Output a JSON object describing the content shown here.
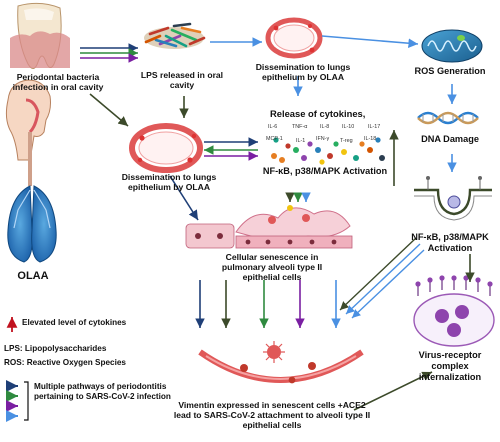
{
  "labels": {
    "periodontal": "Periodontal bacteria infection in oral cavity",
    "lps_released": "LPS released in oral cavity",
    "dissem_top": "Dissemination to lungs epithelium by OLAA",
    "ros_generation": "ROS Generation",
    "dna_damage": "DNA Damage",
    "nfkb_right": "NF-κB, p38/MAPK Activation",
    "dissem_left": "Dissemination to lungs epithelium by OLAA",
    "release_cytokines": "Release of cytokines,",
    "nfkb_center": "NF-κB, p38/MAPK Activation",
    "olaa": "OLAA",
    "cellular_senescence": "Cellular senescence in pulmonary alveoli type II epithelial cells",
    "virus_receptor": "Virus-receptor complex internalization",
    "vimentin": "Vimentin expressed in senescent cells +ACE2 lead to SARS-CoV-2 attachment to alveoli type II epithelial cells"
  },
  "cytokines": [
    "IL-6",
    "TNF-α",
    "IL-8",
    "IL-10",
    "IL-17",
    "MCP-1",
    "IL-1",
    "IFN-γ",
    "T-reg",
    "IL-18"
  ],
  "legend": {
    "elevated": "Elevated level of cytokines",
    "lps_def": "LPS: Lipopolysaccharides",
    "ros_def": "ROS: Reactive Oxygen Species",
    "pathways": "Multiple pathways of periodontitis pertaining to SARS-CoV-2 infection"
  },
  "colors": {
    "navy": "#1f3f77",
    "blue": "#4a90e2",
    "green": "#2f8a3f",
    "purple": "#7a1fa2",
    "olive": "#3c4a2a",
    "red": "#c1121f"
  }
}
